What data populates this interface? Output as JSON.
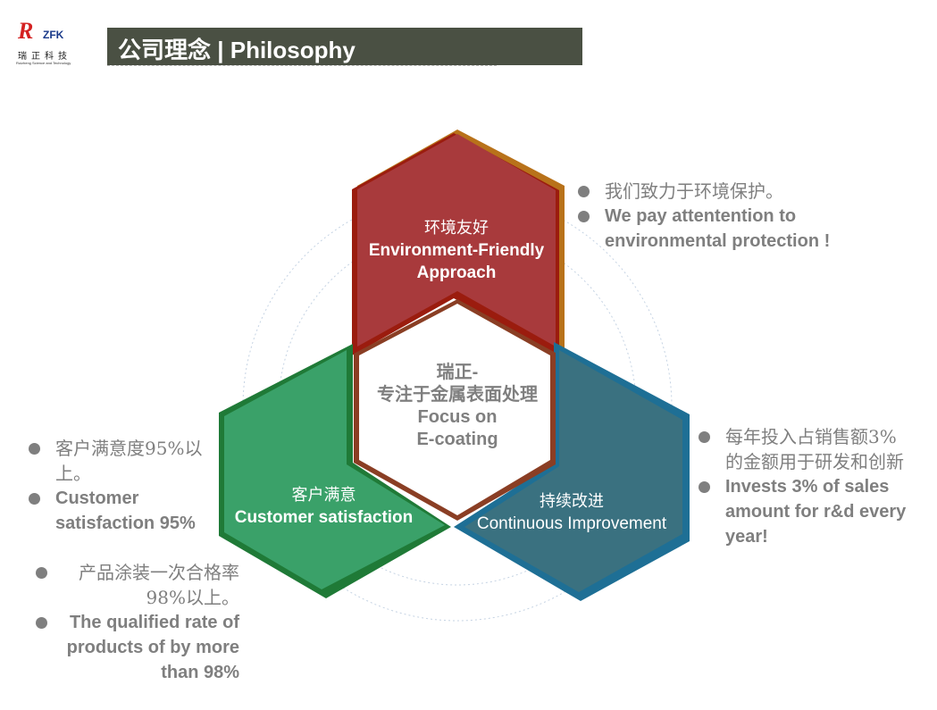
{
  "logo": {
    "mark": "R",
    "letters": "ZFK",
    "cn": "瑞正科技",
    "en": "Ruizheng Science and Technology"
  },
  "header": {
    "title": "公司理念 | Philosophy"
  },
  "colors": {
    "red": "#a83a3c",
    "green": "#3aa169",
    "blue": "#3a7180",
    "title_bg": "#4a5043",
    "text_gray": "#7f7f7f"
  },
  "center": {
    "line1": "瑞正-",
    "line2": "专注于金属表面处理",
    "line3": "Focus on",
    "line4": "E-coating"
  },
  "segments": [
    {
      "cn": "环境友好",
      "en1": "Environment-Friendly",
      "en2": "Approach"
    },
    {
      "cn": "客户满意",
      "en1": "Customer satisfaction"
    },
    {
      "cn": "持续改进",
      "en1": "Continuous Improvement"
    }
  ],
  "notes": {
    "environment": [
      "我们致力于环境保护。",
      "We pay attentention to environmental protection !"
    ],
    "customer": [
      "客户满意度95%以上。",
      "Customer satisfaction 95%"
    ],
    "quality": [
      "产品涂装一次合格率98%以上。",
      "The qualified rate of products of by more than 98%"
    ],
    "improvement": [
      "每年投入占销售额3%的金额用于研发和创新",
      "Invests 3% of sales amount for r&d every year!"
    ]
  }
}
